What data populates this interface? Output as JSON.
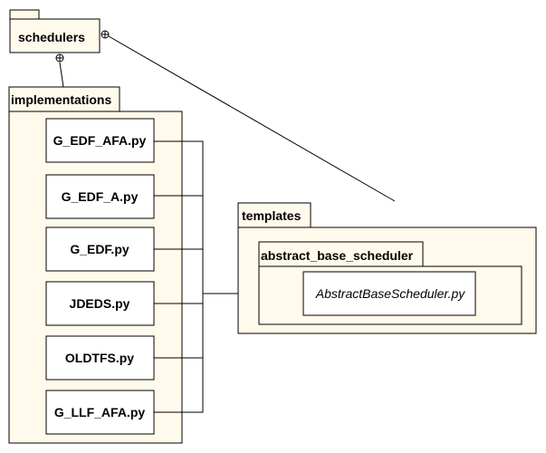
{
  "packages": {
    "schedulers": "schedulers",
    "implementations": "implementations",
    "templates": "templates",
    "abstract_base_scheduler": "abstract_base_scheduler"
  },
  "files": {
    "implementations": [
      "G_EDF_AFA.py",
      "G_EDF_A.py",
      "G_EDF.py",
      "JDEDS.py",
      "OLDTFS.py",
      "G_LLF_AFA.py"
    ],
    "abstract": "AbstractBaseScheduler.py"
  },
  "colors": {
    "package_fill": "#fffaeb",
    "file_fill": "#ffffff",
    "stroke": "#000000"
  }
}
